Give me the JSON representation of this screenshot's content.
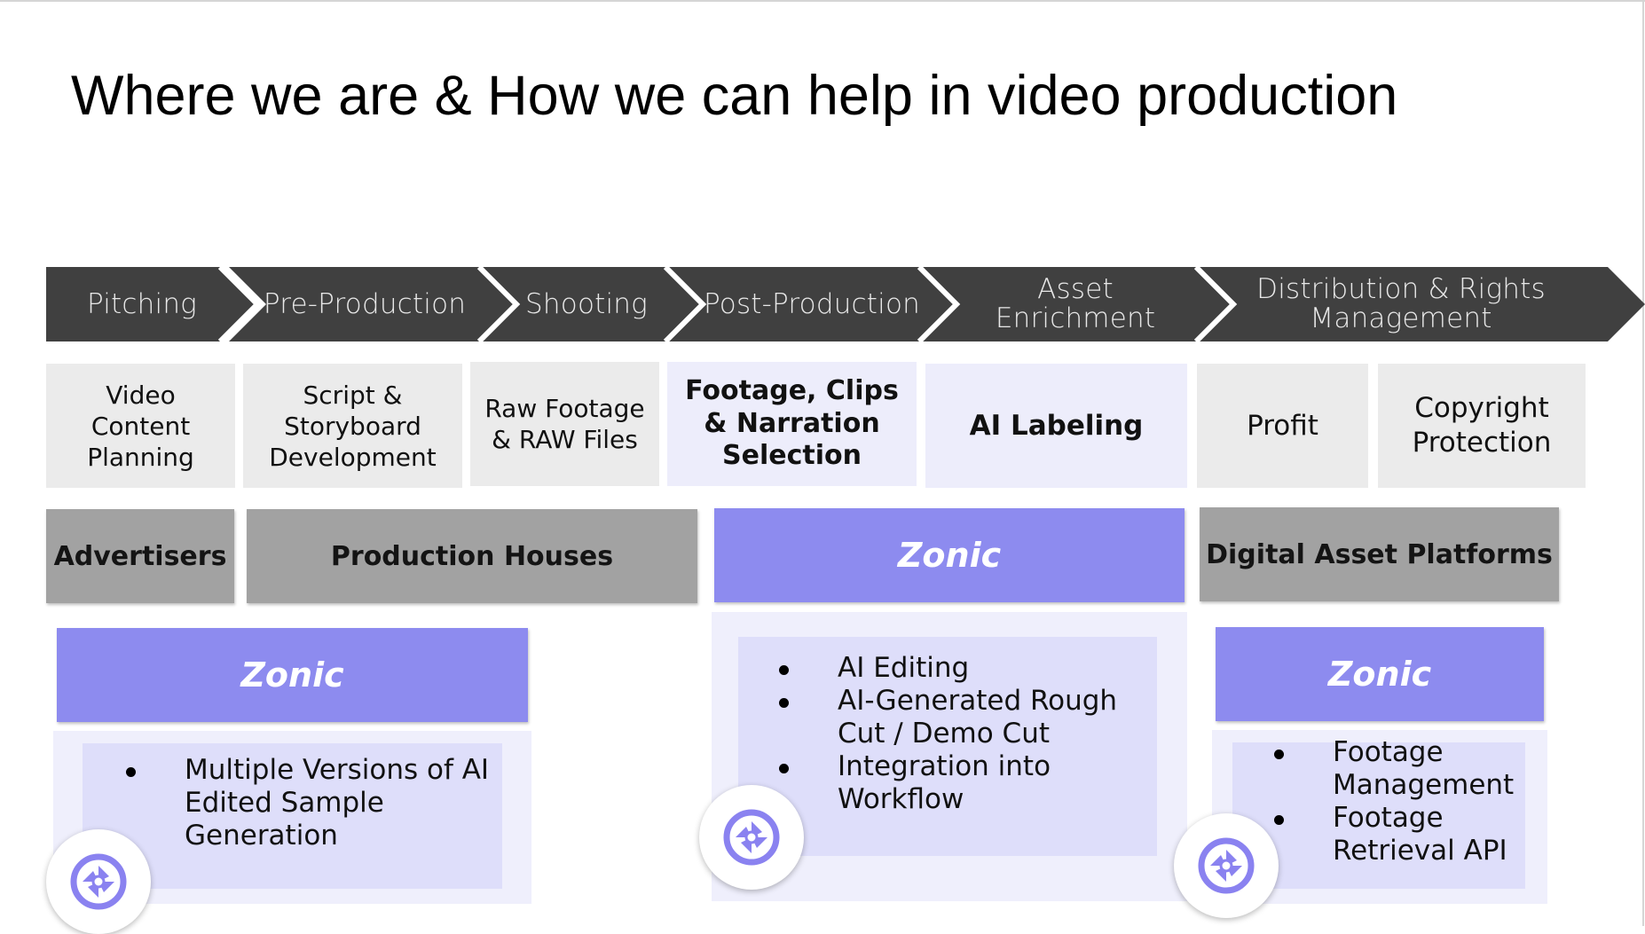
{
  "title": "Where we are & How we can help in video production",
  "colors": {
    "chevron": "#404040",
    "stage_text": "#e8e8e8",
    "tile": "#ebebeb",
    "tile_highlight": "#ededfb",
    "role_bar": "#a2a2a2",
    "zonic_accent": "#8d8bef",
    "panel_outer": "#efeffc",
    "panel_inner": "#dedefa",
    "logo_mark": "#8a82f0"
  },
  "stages": [
    {
      "label": "Pitching"
    },
    {
      "label": "Pre-Production"
    },
    {
      "label": "Shooting"
    },
    {
      "label": "Post-Production"
    },
    {
      "label": "Asset Enrichment"
    },
    {
      "label": "Distribution & Rights\nManagement"
    }
  ],
  "activities": [
    {
      "label": "Video\nContent\nPlanning"
    },
    {
      "label": "Script &\nStoryboard\nDevelopment"
    },
    {
      "label": "Raw Footage\n& RAW Files"
    },
    {
      "label": "Footage, Clips\n& Narration\nSelection"
    },
    {
      "label": "AI Labeling"
    },
    {
      "label": "Profit"
    },
    {
      "label": "Copyright\nProtection"
    }
  ],
  "roles": [
    {
      "label": "Advertisers"
    },
    {
      "label": "Production Houses"
    },
    {
      "label": "Zonic"
    },
    {
      "label": "Digital Asset Platforms"
    }
  ],
  "zonic_panels": [
    {
      "heading": "Zonic",
      "items": [
        "Multiple Versions of AI Edited Sample Generation"
      ]
    },
    {
      "items": [
        "AI Editing",
        "AI-Generated Rough Cut / Demo Cut",
        "Integration into Workflow"
      ]
    },
    {
      "heading": "Zonic",
      "items": [
        "Footage Management",
        "Footage Retrieval API"
      ]
    }
  ],
  "logo_icon": "zonic-swirl-logo"
}
